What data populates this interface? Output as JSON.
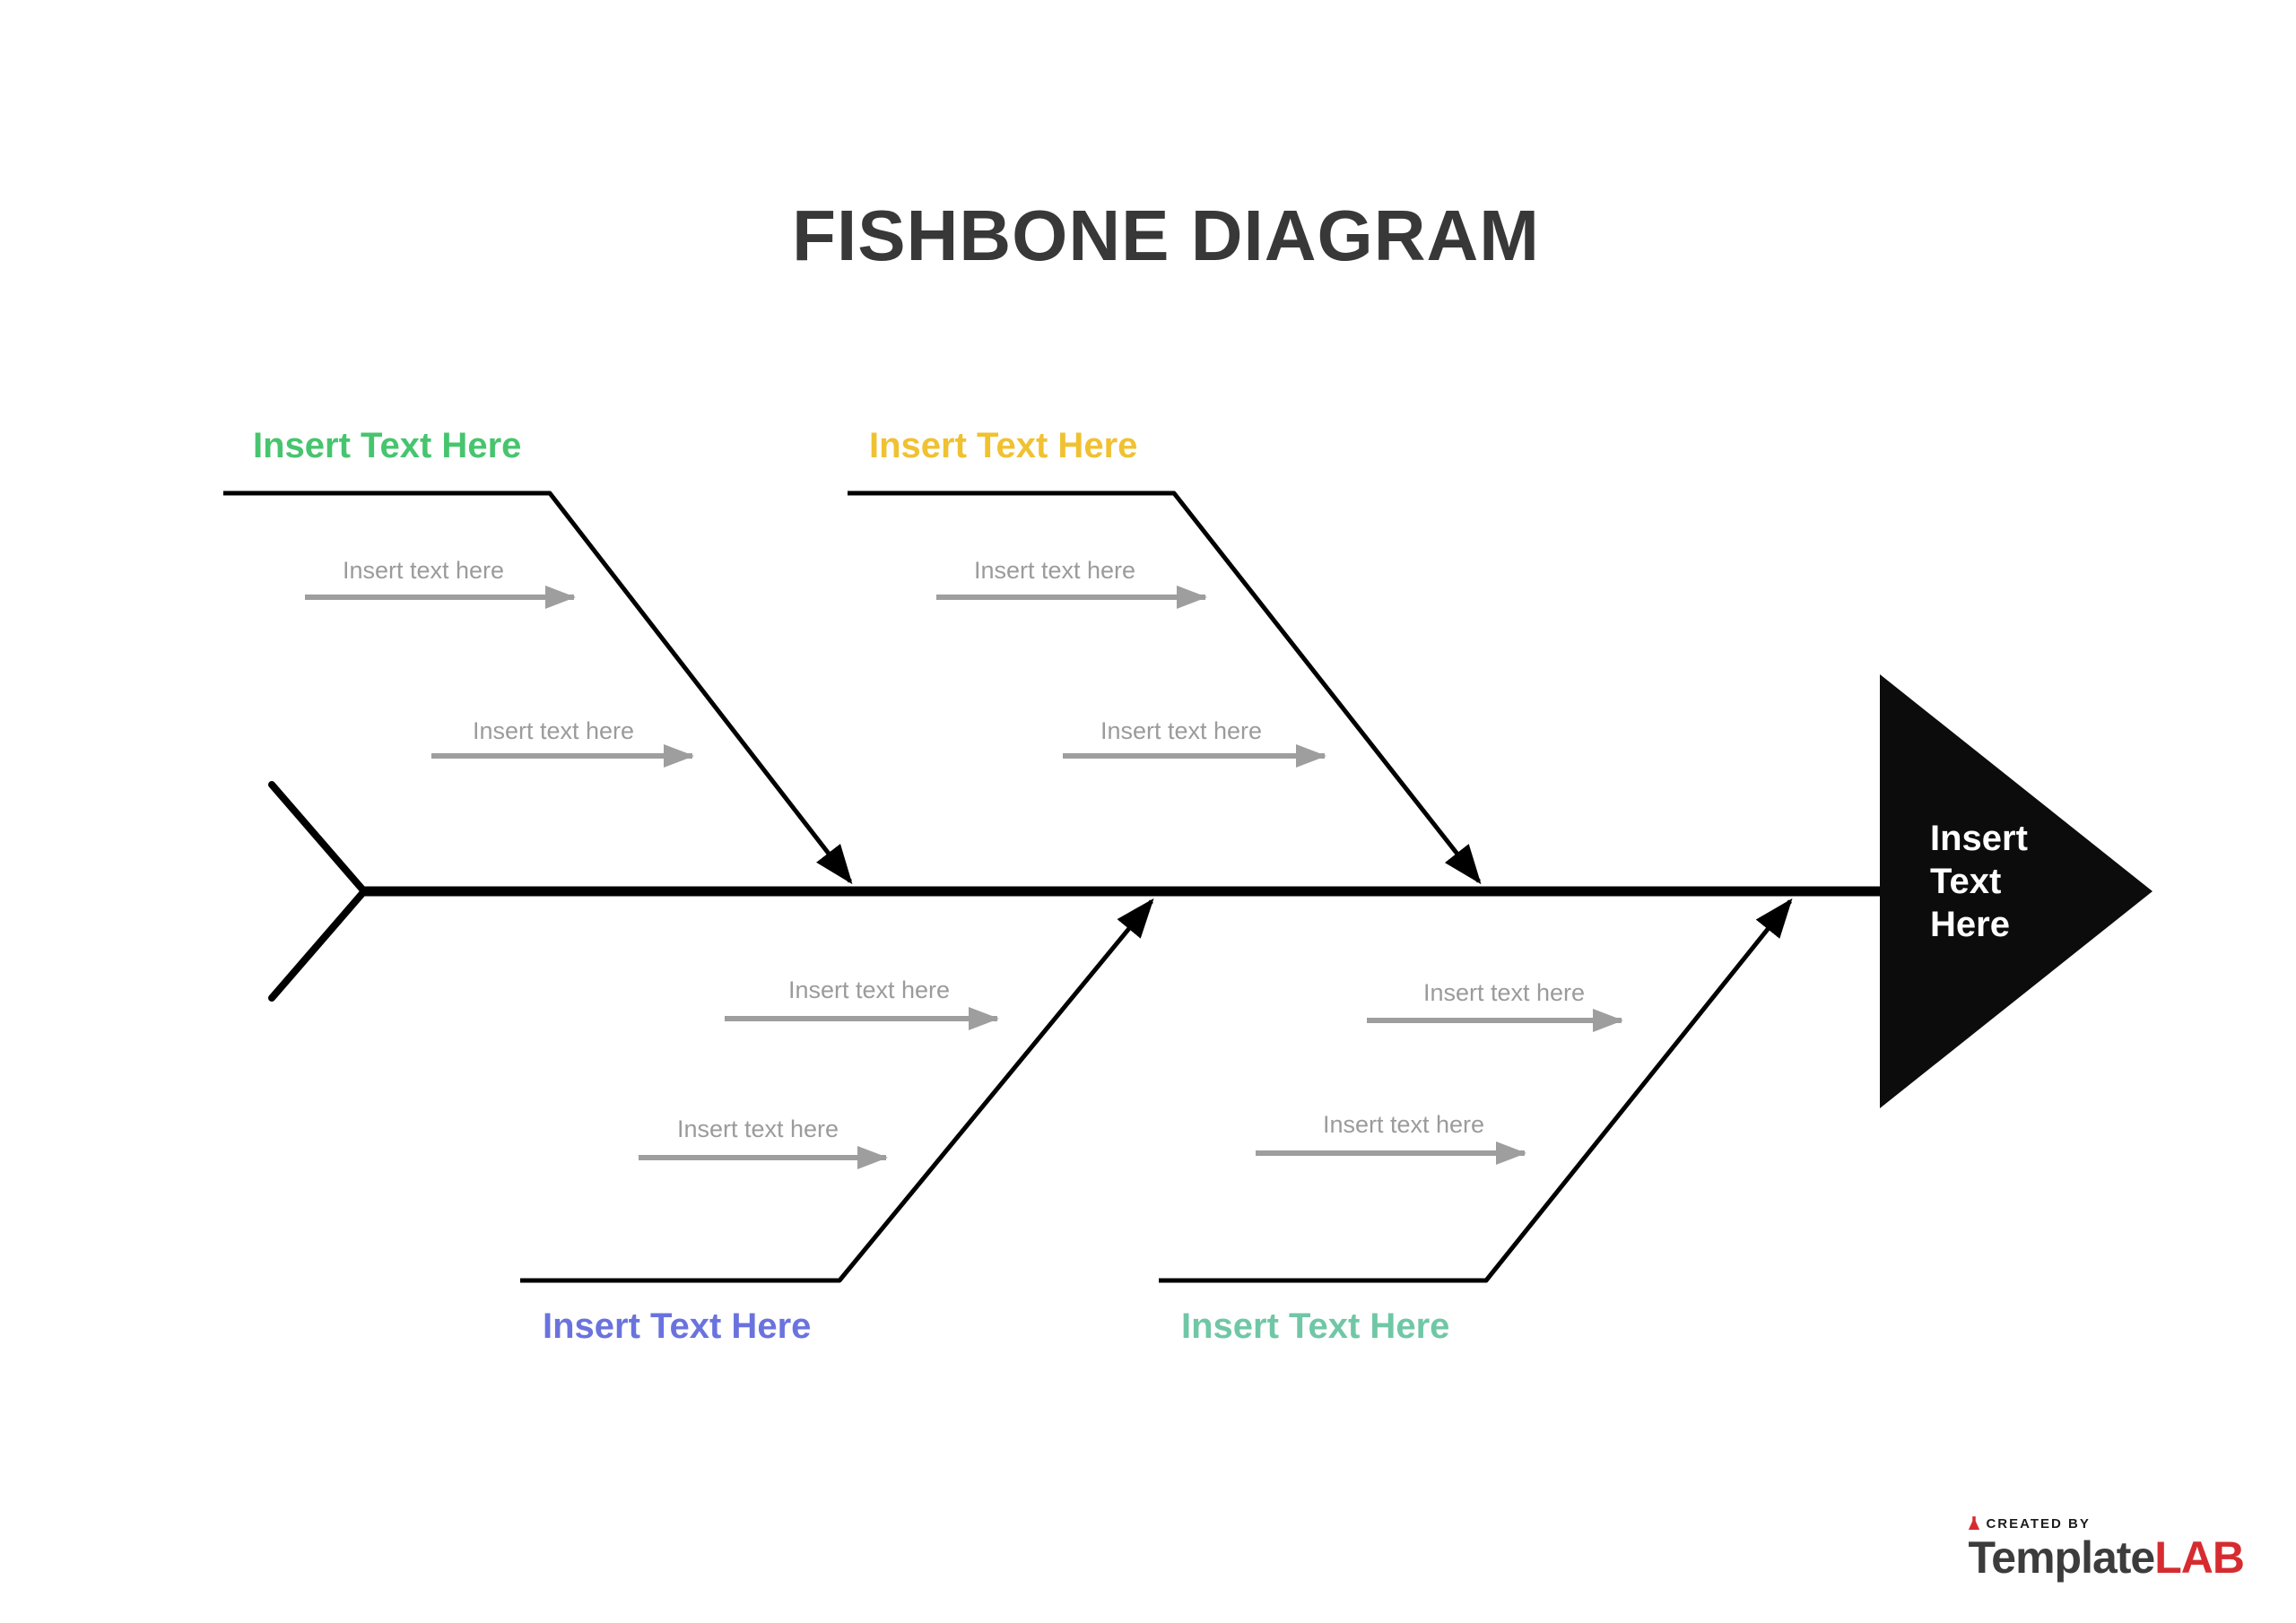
{
  "title": "FISHBONE DIAGRAM",
  "head": {
    "lines": [
      "Insert",
      "Text",
      "Here"
    ],
    "fill_color": "#0c0c0c",
    "text_color": "#ffffff"
  },
  "branches": {
    "top_left": {
      "label": "Insert Text Here",
      "color": "#47c56e",
      "subs": [
        "Insert text here",
        "Insert text here"
      ]
    },
    "top_middle": {
      "label": "Insert Text Here",
      "color": "#f0c131",
      "subs": [
        "Insert text here",
        "Insert text here"
      ]
    },
    "bottom_left": {
      "label": "Insert Text Here",
      "color": "#6a73dd",
      "subs": [
        "Insert text here",
        "Insert text here"
      ]
    },
    "bottom_right": {
      "label": "Insert Text Here",
      "color": "#70c7a6",
      "subs": [
        "Insert text here",
        "Insert text here"
      ]
    }
  },
  "colors": {
    "spine": "#000000",
    "sub_arrow": "#9e9e9e",
    "sub_text": "#9b9b9b",
    "title_text": "#383838"
  },
  "logo": {
    "created_by": "CREATED BY",
    "brand_primary": "Template",
    "brand_accent": "LAB",
    "accent_color": "#d62c30"
  }
}
